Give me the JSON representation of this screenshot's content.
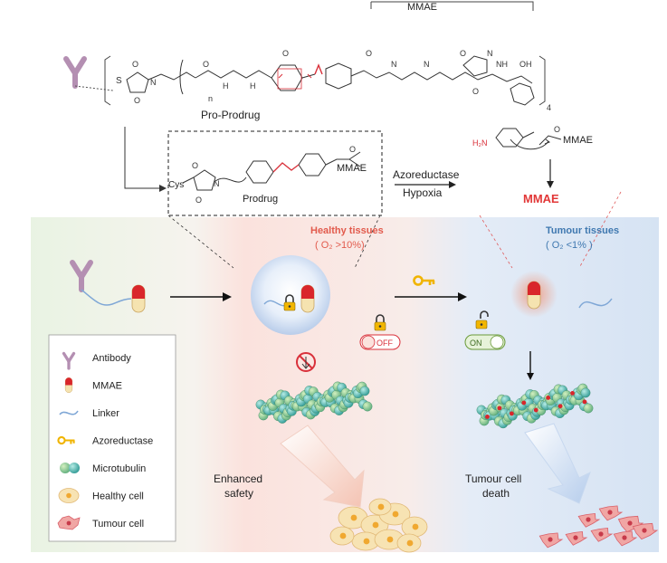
{
  "top": {
    "mmae_bracket": "MMAE",
    "pro_prodrug": "Pro-Prodrug",
    "subscript_n": "n",
    "subscript_4": "4",
    "atoms": {
      "S": "S",
      "N": "N",
      "O": "O",
      "H": "H",
      "NH": "NH",
      "OH": "OH"
    }
  },
  "middle": {
    "cys": "Cys",
    "prodrug": "Prodrug",
    "mmae": "MMAE",
    "condition_1": "Azoreductase",
    "condition_2": "Hypoxia",
    "h2n": "H₂N",
    "released": "MMAE"
  },
  "panel": {
    "healthy_title": "Healthy tissues",
    "healthy_o2": "( O₂ >10%)",
    "tumour_title": "Tumour tissues",
    "tumour_o2": "( O₂ <1% )",
    "off_label": "OFF",
    "on_label": "ON",
    "enhanced_safety": [
      "Enhanced",
      "safety"
    ],
    "tumour_death": [
      "Tumour cell",
      "death"
    ]
  },
  "legend": [
    {
      "key": "antibody",
      "label": "Antibody"
    },
    {
      "key": "mmae",
      "label": "MMAE"
    },
    {
      "key": "linker",
      "label": "Linker"
    },
    {
      "key": "azoreductase",
      "label": "Azoreductase"
    },
    {
      "key": "microtubulin",
      "label": "Microtubulin"
    },
    {
      "key": "healthy-cell",
      "label": "Healthy cell"
    },
    {
      "key": "tumour-cell",
      "label": "Tumour cell"
    }
  ],
  "colors": {
    "azo_red": "#d9303a",
    "antibody": "#b48fb2",
    "healthy_red": "#e25a4c",
    "tumour_blue": "#3f78b0",
    "key_gold": "#f0b400",
    "mmae_red": "#d9262b",
    "mmae_cream": "#f5e3b0"
  }
}
